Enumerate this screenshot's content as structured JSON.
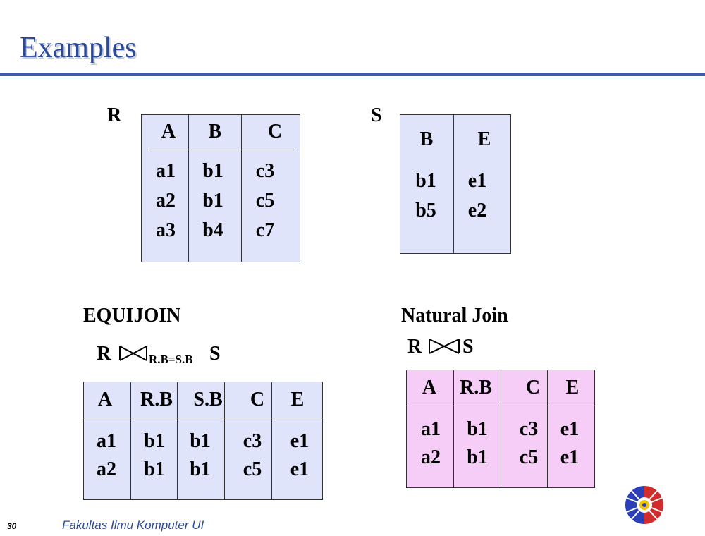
{
  "slide": {
    "title": "Examples",
    "page_number": "30",
    "footer": "Fakultas Ilmu Komputer UI",
    "accent_color": "#2a4a9a"
  },
  "labels": {
    "r": "R",
    "s": "S",
    "equijoin": "EQUIJOIN",
    "natural_join": "Natural Join"
  },
  "expressions": {
    "equijoin_left": "R",
    "equijoin_condition": "R.B=S.B",
    "equijoin_right": "S",
    "natural_left": "R",
    "natural_right": "S"
  },
  "tables": {
    "r": {
      "headers": [
        "A",
        "B",
        "C"
      ],
      "rows": [
        [
          "a1",
          "b1",
          "c3"
        ],
        [
          "a2",
          "b1",
          "c5"
        ],
        [
          "a3",
          "b4",
          "c7"
        ]
      ],
      "fill": "#dfe4fb"
    },
    "s": {
      "headers": [
        "B",
        "E"
      ],
      "rows": [
        [
          "b1",
          "e1"
        ],
        [
          "b5",
          "e2"
        ]
      ],
      "fill": "#dfe4fb"
    },
    "equijoin": {
      "headers": [
        "A",
        "R.B",
        "S.B",
        "C",
        "E"
      ],
      "rows": [
        [
          "a1",
          "b1",
          "b1",
          "c3",
          "e1"
        ],
        [
          "a2",
          "b1",
          "b1",
          "c5",
          "e1"
        ]
      ],
      "fill": "#dfe4fb"
    },
    "natural": {
      "headers": [
        "A",
        "R.B",
        "C",
        "E"
      ],
      "rows": [
        [
          "a1",
          "b1",
          "c3",
          "e1"
        ],
        [
          "a2",
          "b1",
          "c5",
          "e1"
        ]
      ],
      "fill": "#f6cdf6"
    }
  }
}
